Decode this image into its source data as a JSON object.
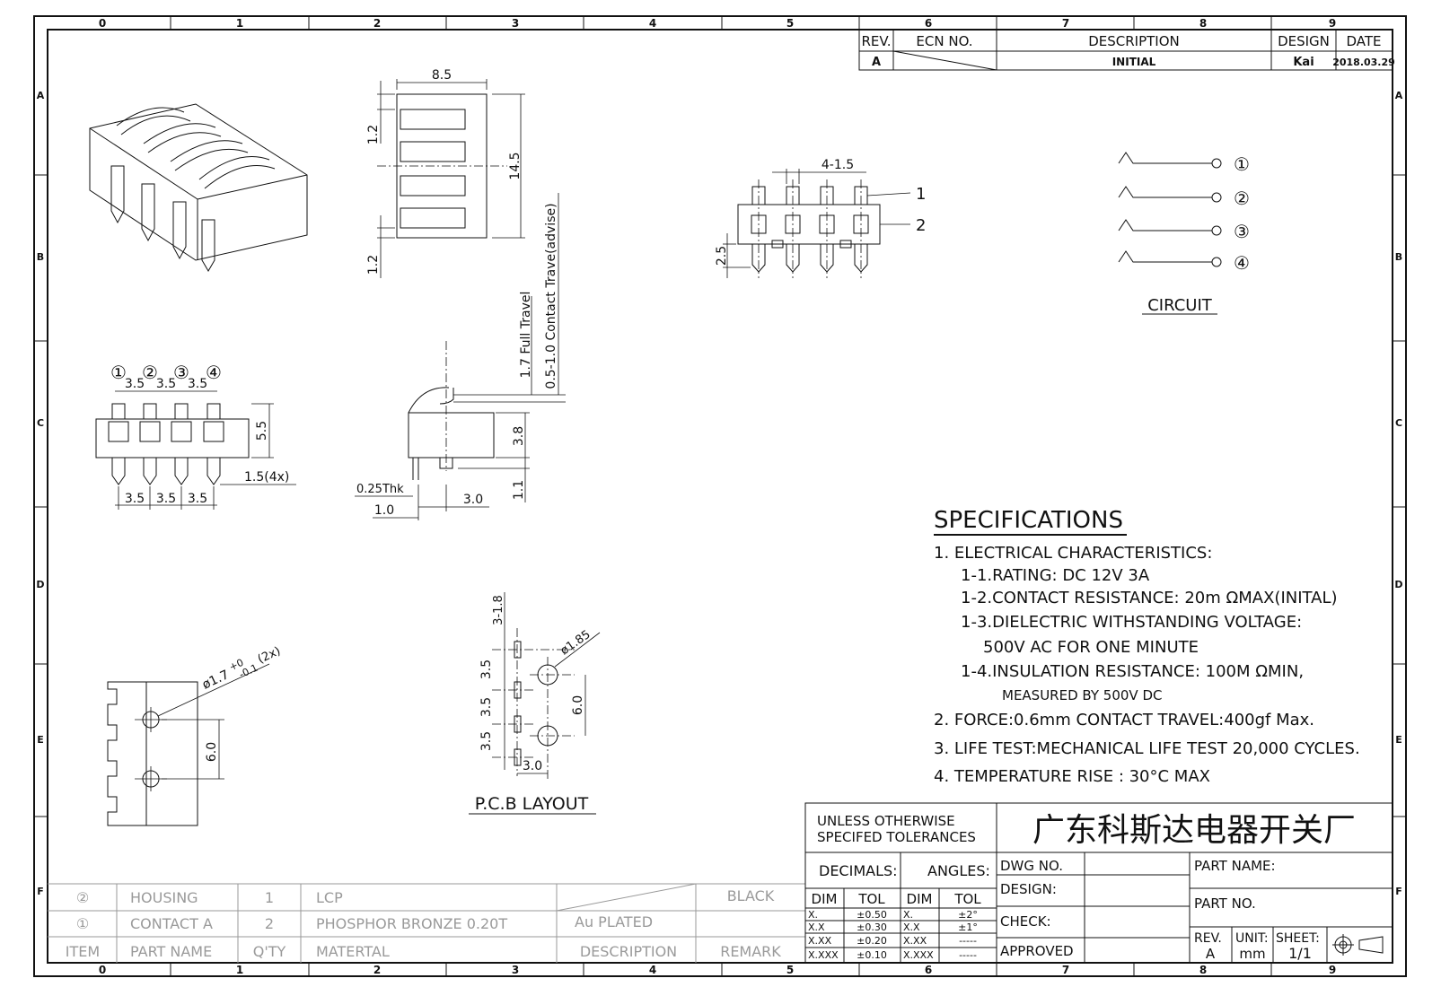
{
  "frame": {
    "col_labels": [
      "0",
      "1",
      "2",
      "3",
      "4",
      "5",
      "6",
      "7",
      "8",
      "9"
    ],
    "row_labels": [
      "A",
      "B",
      "C",
      "D",
      "E",
      "F"
    ]
  },
  "revision_table": {
    "headers": {
      "rev": "REV.",
      "ecn": "ECN  NO.",
      "description": "DESCRIPTION",
      "design": "DESIGN",
      "date": "DATE"
    },
    "row": {
      "rev": "A",
      "description": "INITIAL",
      "design": "Kai",
      "date": "2018.03.29"
    }
  },
  "top_view": {
    "width_dim": "8.5",
    "height_dim": "14.5",
    "pitch_top": "1.2",
    "pitch_bottom": "1.2"
  },
  "front_view": {
    "pitch_dim": "4-1.5",
    "callout_1": "1",
    "callout_2": "2",
    "height_dim": "2.5"
  },
  "circuit": {
    "title": "CIRCUIT",
    "pins": [
      "①",
      "②",
      "③",
      "④"
    ]
  },
  "bottom_view": {
    "pin_labels": [
      "①",
      "②",
      "③",
      "④"
    ],
    "top_pitches": [
      "3.5",
      "3.5",
      "3.5"
    ],
    "bottom_pitches": [
      "3.5",
      "3.5",
      "3.5"
    ],
    "height_dim": "5.5",
    "pin_width": "1.5(4x)"
  },
  "side_view": {
    "full_travel": "1.7 Full Travel",
    "contact_travel": "0.5-1.0 Contact Trave(advise)",
    "body_height": "3.8",
    "pin_length": "1.1",
    "thickness": "0.25Thk",
    "dim_a": "1.0",
    "dim_b": "3.0"
  },
  "peg_view": {
    "hole_dim": "ø1.7",
    "hole_tol_upper": "+0",
    "hole_tol_lower": "-0.1",
    "hole_count": "(2x)",
    "spacing": "6.0"
  },
  "pcb_layout": {
    "title": "P.C.B  LAYOUT",
    "slot_dim": "3-1.8",
    "pitches": [
      "3.5",
      "3.5",
      "3.5"
    ],
    "hole_dim": "ø1.85",
    "hole_spacing": "6.0",
    "offset": "3.0"
  },
  "specifications": {
    "title": "SPECIFICATIONS",
    "lines": [
      "1. ELECTRICAL CHARACTERISTICS:",
      "1-1.RATING: DC 12V 3A",
      "1-2.CONTACT RESISTANCE: 20m ΩMAX(INITAL)",
      "1-3.DIELECTRIC WITHSTANDING VOLTAGE:",
      "500V AC FOR ONE MINUTE",
      "1-4.INSULATION RESISTANCE: 100M ΩMIN,",
      "MEASURED BY 500V DC",
      "2. FORCE:0.6mm CONTACT TRAVEL:400gf Max.",
      "3. LIFE TEST:MECHANICAL LIFE TEST 20,000 CYCLES.",
      "4. TEMPERATURE RISE : 30°C MAX"
    ]
  },
  "bom": {
    "rows": [
      {
        "item": "②",
        "part_name": "HOUSING",
        "qty": "1",
        "material": "LCP",
        "description": "",
        "remark": "BLACK"
      },
      {
        "item": "①",
        "part_name": "CONTACT A",
        "qty": "2",
        "material": "PHOSPHOR  BRONZE  0.20T",
        "description": "Au  PLATED",
        "remark": ""
      }
    ],
    "headers": {
      "item": "ITEM",
      "part_name": "PART  NAME",
      "qty": "Q'TY",
      "material": "MATERTAL",
      "description": "DESCRIPTION",
      "remark": "REMARK"
    }
  },
  "title_block": {
    "tolerance_note_1": "UNLESS  OTHERWISE",
    "tolerance_note_2": "SPECIFED  TOLERANCES",
    "company": "广东科斯达电器开关厂",
    "decimals": "DECIMALS:",
    "angles": "ANGLES:",
    "dim": "DIM",
    "tol": "TOL",
    "decimal_rows": [
      [
        "X.",
        "±0.50"
      ],
      [
        "X.X",
        "±0.30"
      ],
      [
        "X.XX",
        "±0.20"
      ],
      [
        "X.XXX",
        "±0.10"
      ]
    ],
    "angle_rows": [
      [
        "X.",
        "±2°"
      ],
      [
        "X.X",
        "±1°"
      ],
      [
        "X.XX",
        "-----"
      ],
      [
        "X.XXX",
        "-----"
      ]
    ],
    "dwg_no": "DWG  NO.",
    "design": "DESIGN:",
    "check": "CHECK:",
    "approved": "APPROVED",
    "part_name": "PART  NAME:",
    "part_no": "PART  NO.",
    "rev_label": "REV.",
    "rev_value": "A",
    "unit_label": "UNIT:",
    "unit_value": "mm",
    "sheet_label": "SHEET:",
    "sheet_value": "1/1"
  }
}
